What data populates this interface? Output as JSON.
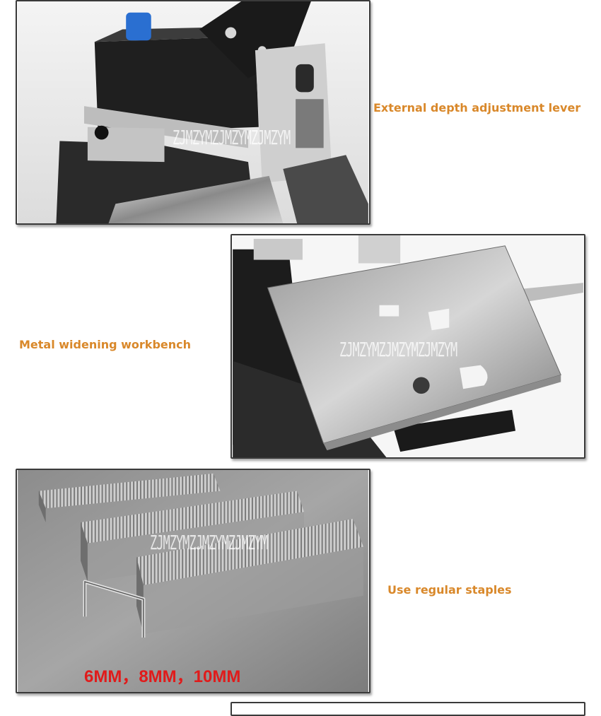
{
  "sections": [
    {
      "caption": "External depth adjustment lever",
      "watermark": "ZJMZYMZJMZYMZJMZYM"
    },
    {
      "caption": "Metal widening workbench",
      "watermark": "ZJMZYMZJMZYMZJMZYM"
    },
    {
      "caption": "Use regular staples",
      "watermark": "ZJMZYMZJMZYMZJMZYM",
      "size_label": "6MM，8MM，10MM"
    }
  ],
  "colors": {
    "caption": "#d9882a",
    "size_label": "#e01b1b",
    "frame": "#3a3a3a"
  }
}
